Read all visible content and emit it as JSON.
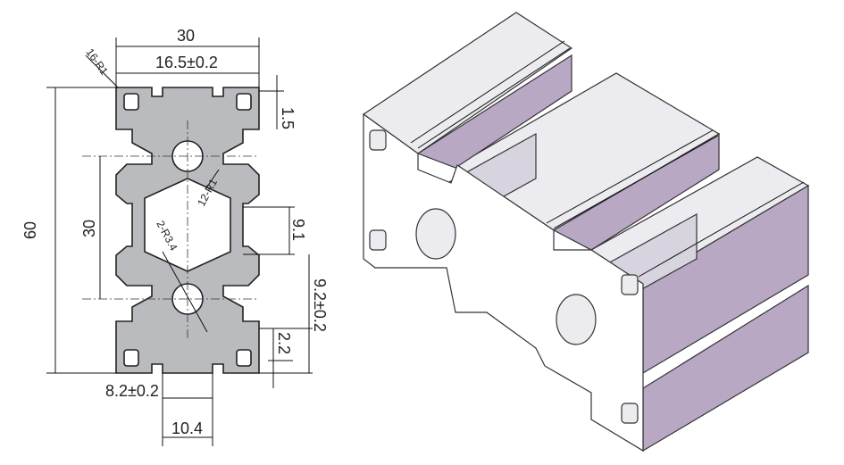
{
  "drawing": {
    "dimensions": {
      "overall_width": "30",
      "slot_width": "16.5±0.2",
      "corner_radius": "16-R1",
      "wall_thickness": "1.5",
      "overall_height": "60",
      "hole_spacing": "30",
      "inner_radius": "12-R1",
      "center_hole": "2-R3.4",
      "slot_depth": "9.1",
      "inner_gap": "9.2±0.2",
      "lip": "2.2",
      "slot_opening": "8.2±0.2",
      "base_slot": "10.4"
    },
    "colors": {
      "section_fill": "#b9bbbf",
      "iso_light": "#ececf0",
      "iso_purple": "#b8a8c4"
    }
  }
}
